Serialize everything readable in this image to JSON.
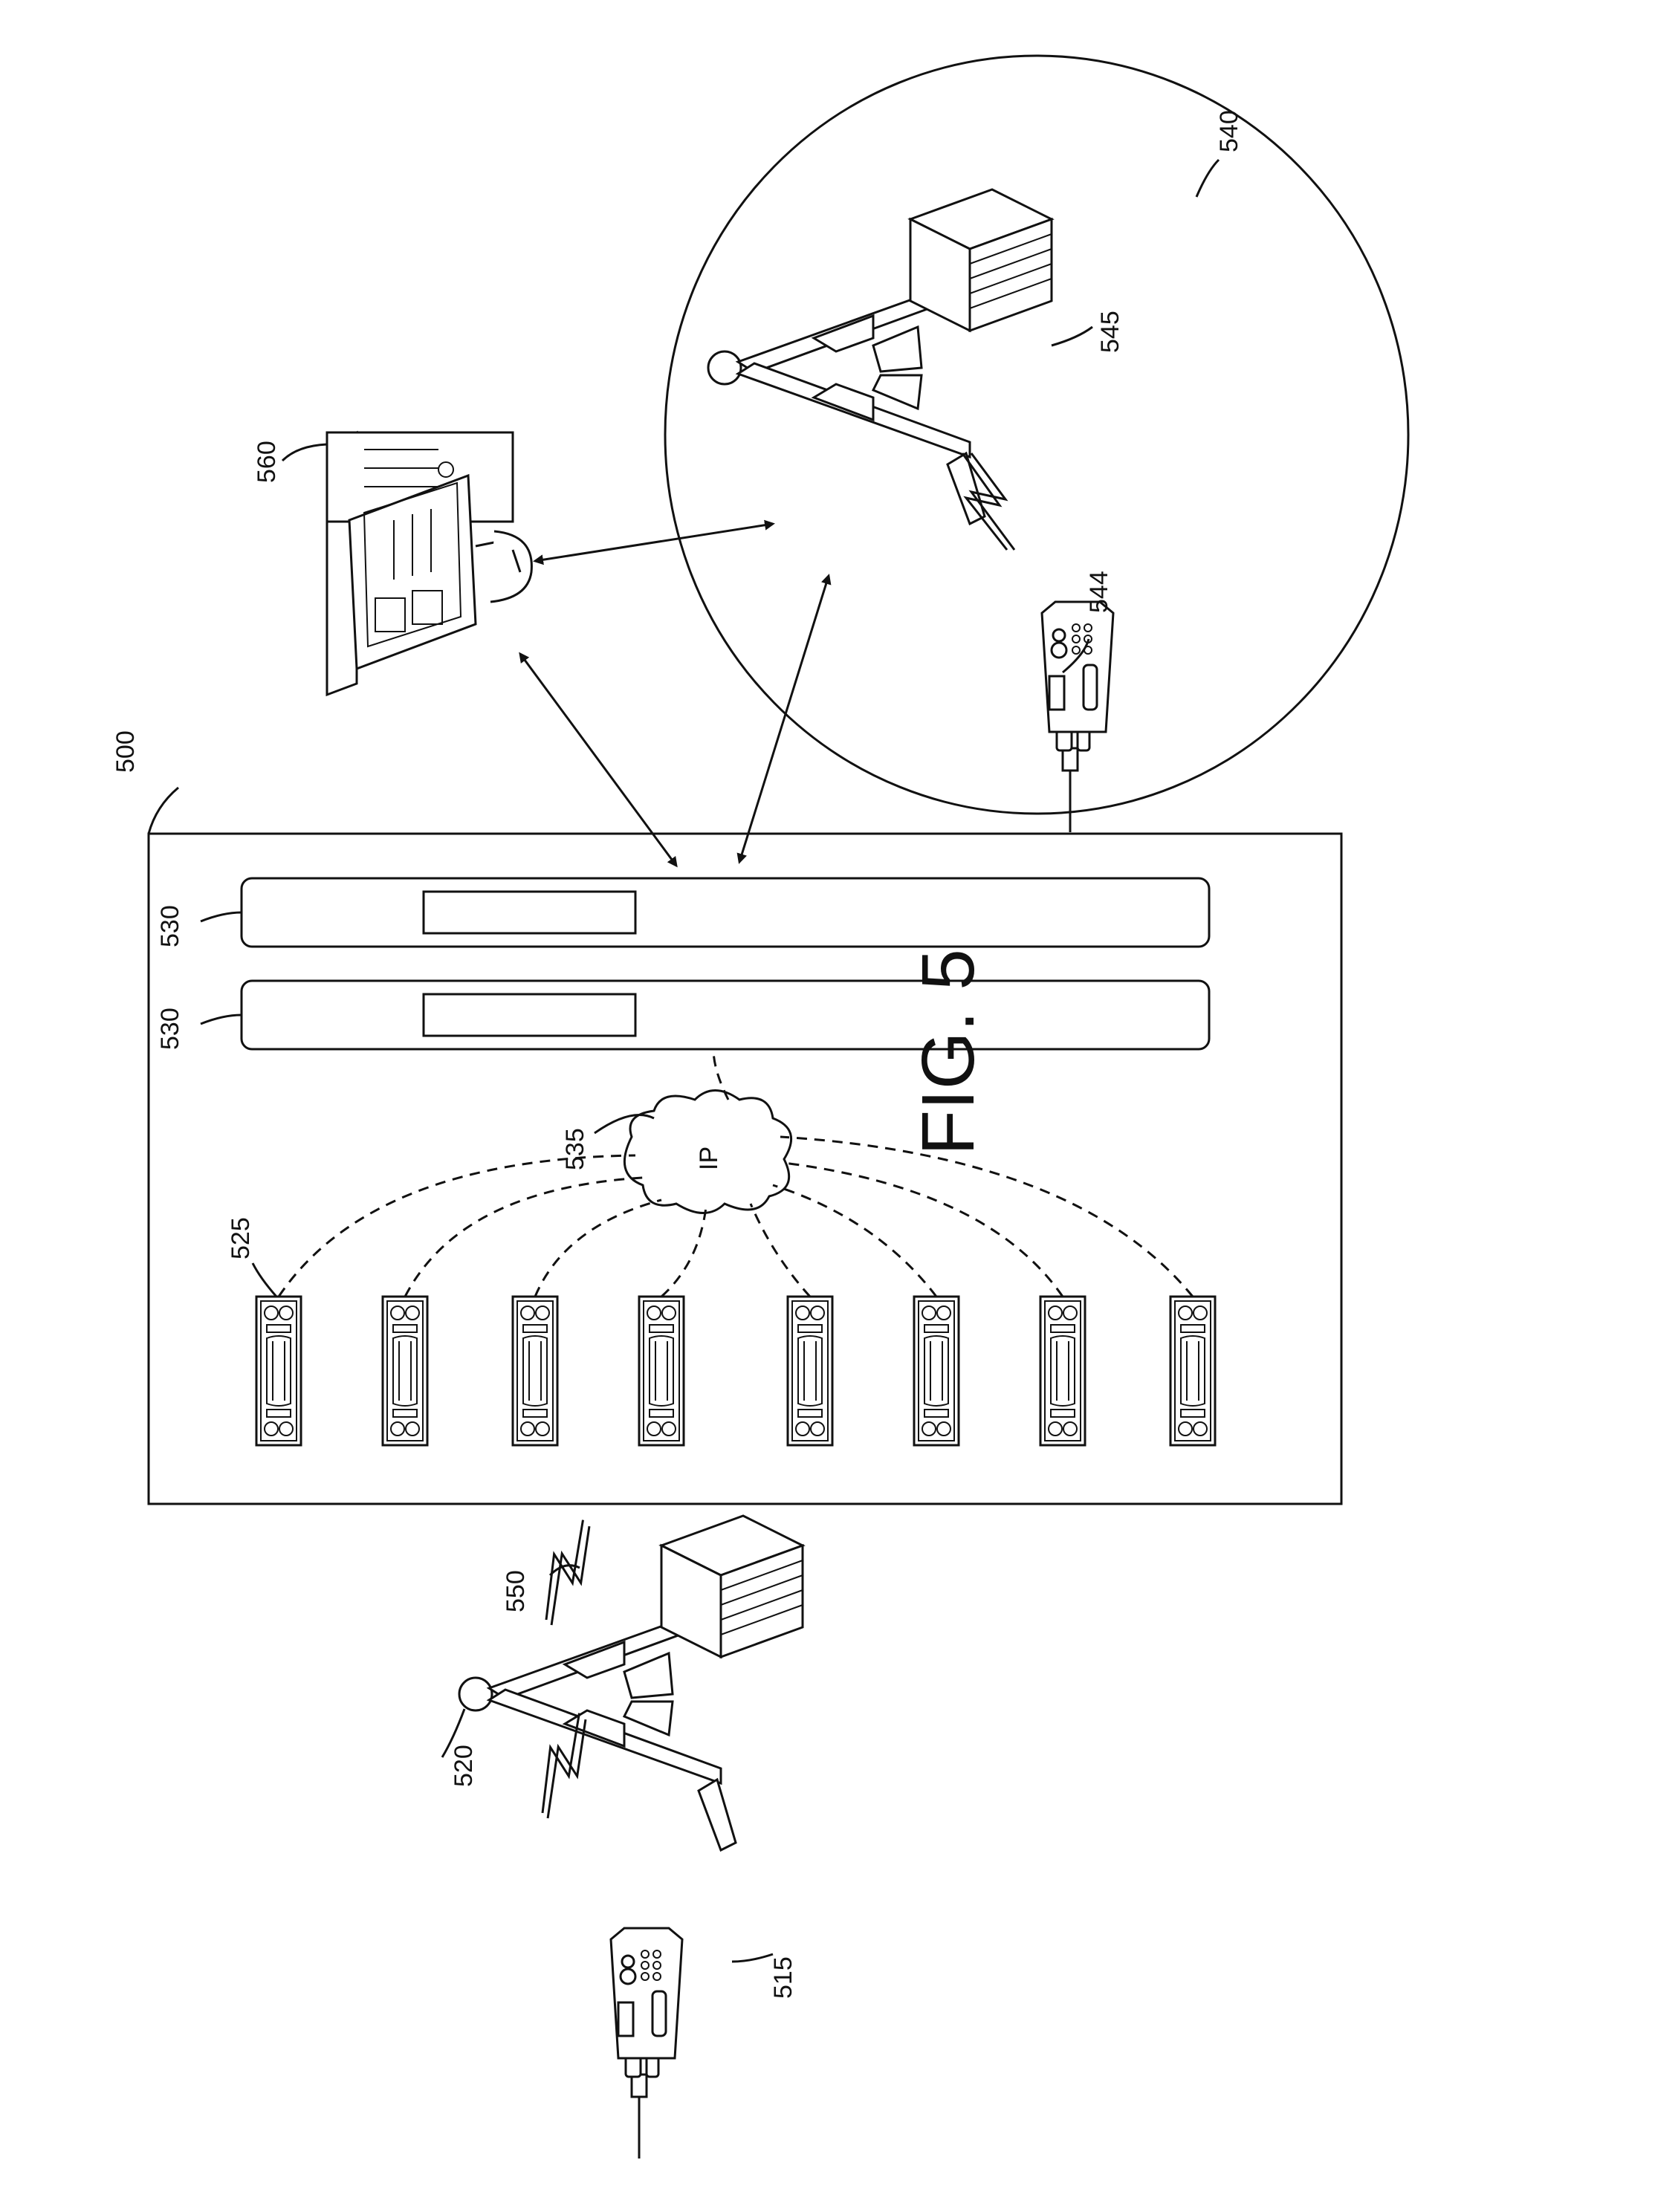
{
  "figure": {
    "caption": "FIG. 5",
    "labels": {
      "system": "500",
      "portable_radio_a": "515",
      "base_station_a": "520",
      "server_top": "525",
      "ip_network": "535",
      "network_cloud_text": "IP",
      "server_lower": "530",
      "server_upper": "530",
      "rf_link": "550",
      "remote_site": "540",
      "base_station_b": "545",
      "portable_radio_b": "544",
      "workstation": "560"
    },
    "servers_count": 8
  }
}
